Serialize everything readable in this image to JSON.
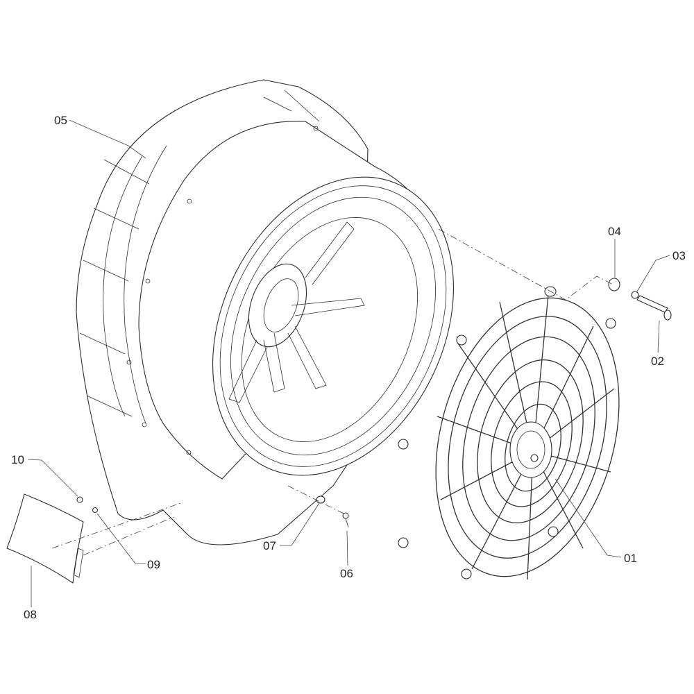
{
  "callouts": [
    {
      "id": "01",
      "label": "01"
    },
    {
      "id": "02",
      "label": "02"
    },
    {
      "id": "03",
      "label": "03"
    },
    {
      "id": "04",
      "label": "04"
    },
    {
      "id": "05",
      "label": "05"
    },
    {
      "id": "06",
      "label": "06"
    },
    {
      "id": "07",
      "label": "07"
    },
    {
      "id": "08",
      "label": "08"
    },
    {
      "id": "09",
      "label": "09"
    },
    {
      "id": "10",
      "label": "10"
    }
  ],
  "colors": {
    "line": "#2b2b2b",
    "background": "#ffffff"
  }
}
